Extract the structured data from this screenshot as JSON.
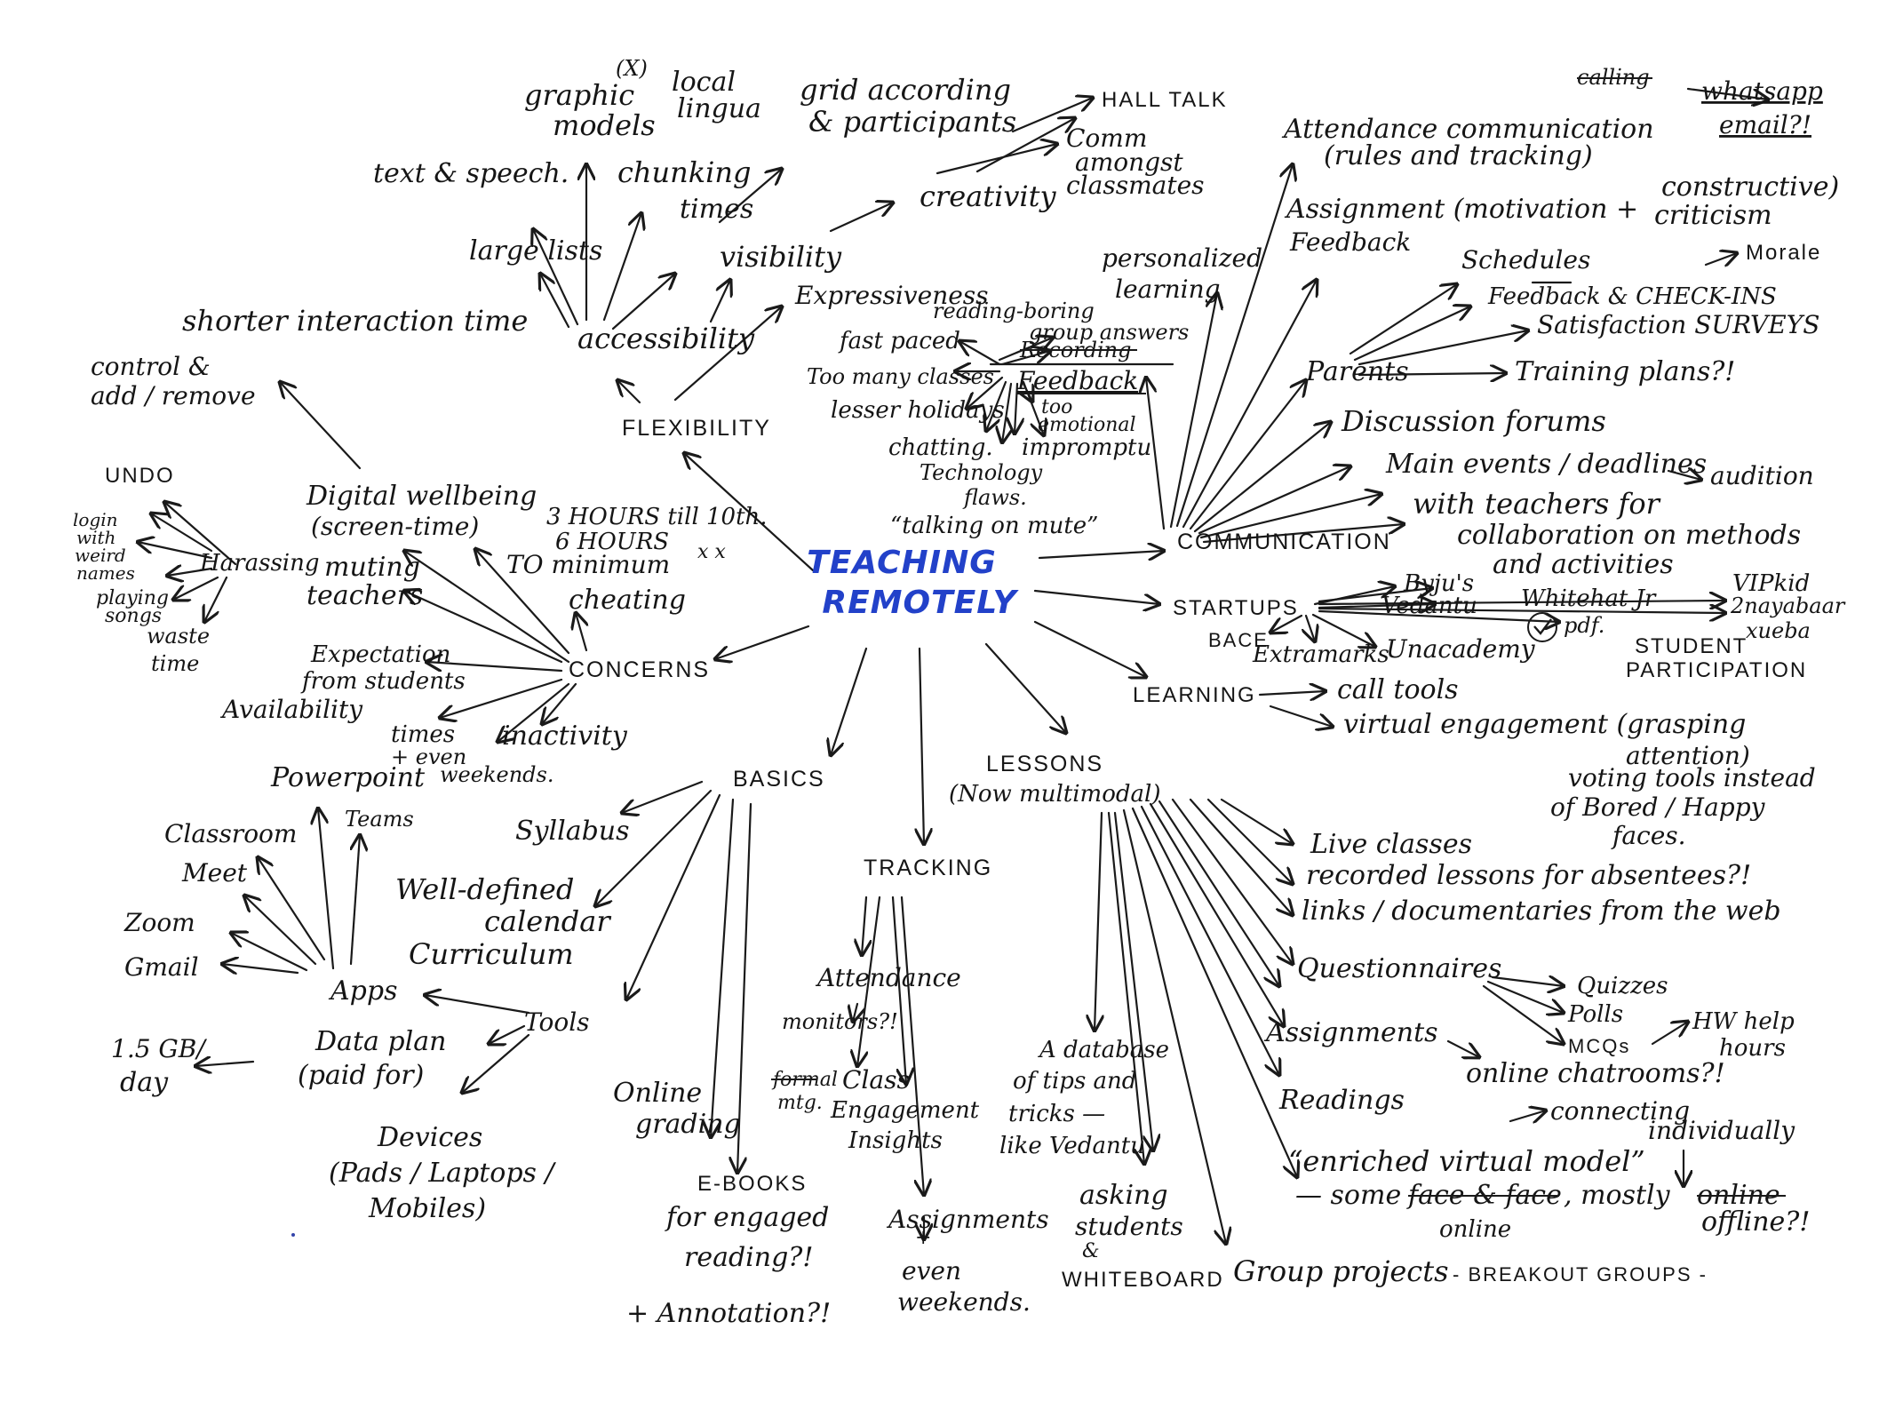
{
  "center": {
    "line1": "TEACHING",
    "line2": "REMOTELY",
    "color": "#2241c9"
  },
  "branches": [
    {
      "id": "flexibility",
      "label": "FLEXIBILITY"
    },
    {
      "id": "communication",
      "label": "COMMUNICATION"
    },
    {
      "id": "startups",
      "label": "STARTUPS"
    },
    {
      "id": "learning",
      "label": "LEARNING"
    },
    {
      "id": "concerns",
      "label": "CONCERNS"
    },
    {
      "id": "basics",
      "label": "BASICS"
    },
    {
      "id": "lessons",
      "label": "LESSONS",
      "sub": "(Now multimodal)"
    },
    {
      "id": "tracking",
      "label": "TRACKING"
    }
  ],
  "flexibility": {
    "accessibility": "accessibility",
    "graphic_models": [
      "graphic",
      "models"
    ],
    "x_mark": "(X)",
    "local_lingua": [
      "local",
      "lingua"
    ],
    "text_speech": "text & speech.",
    "chunking_times": [
      "chunking",
      "times"
    ],
    "large_lists": "large lists",
    "shorter_interaction": "shorter interaction time",
    "visibility": "visibility",
    "grid": [
      "grid according",
      "& participants"
    ],
    "creativity": "creativity",
    "hall_talk": "HALL TALK",
    "comm_classmates": [
      "Comm",
      "amongst",
      "classmates"
    ],
    "expressiveness": "Expressiveness",
    "feedback_word": "Feedback",
    "feedback_items": [
      "reading-boring",
      "group answers",
      "Recording",
      "fast paced",
      "Too many classes",
      "lesser holidays",
      "chatting.",
      "Technology",
      "flaws.",
      "too",
      "emotional",
      "impromptu",
      "“talking on mute”"
    ]
  },
  "communication": {
    "personalized": [
      "personalized",
      "learning"
    ],
    "attendance": [
      "Attendance communication",
      "(rules and tracking)"
    ],
    "calling": "calling",
    "whatsapp_email": [
      "whatsapp",
      "email?!"
    ],
    "assignment": [
      "Assignment (motivation +",
      "Feedback"
    ],
    "constructive": [
      "constructive)",
      "criticism"
    ],
    "parents": "Parents",
    "schedules": "Schedules",
    "morale": "Morale",
    "feedback_checkins": "Feedback & CHECK-INS",
    "satisfaction": "Satisfaction SURVEYS",
    "training": "Training plans?!",
    "forums": "Discussion forums",
    "main_events": "Main events / deadlines",
    "audition": "audition",
    "teachers": [
      "with teachers for",
      "collaboration on methods",
      "and activities"
    ]
  },
  "startups": {
    "items": [
      "Byju's",
      "Vedantu",
      "Whitehat Jr",
      "VIPkid",
      "2nayabaar",
      "xueba",
      "BACE",
      "Extramarks",
      "Unacademy"
    ],
    "pdf": "pdf."
  },
  "learning": {
    "call_tools": "call tools",
    "virtual_engagement": [
      "virtual engagement (grasping",
      "attention)"
    ],
    "student_participation": [
      "STUDENT",
      "PARTICIPATION"
    ],
    "voting": [
      "voting tools instead",
      "of Bored / Happy",
      "faces."
    ]
  },
  "concerns": {
    "digital_wellbeing": [
      "Digital wellbeing",
      "(screen-time)"
    ],
    "hours": [
      "3 HOURS till 10th.",
      "6 HOURS",
      "TO minimum"
    ],
    "xx": "x x",
    "cheating": "cheating",
    "muting": [
      "muting",
      "teachers"
    ],
    "expectation": [
      "Expectation",
      "from students"
    ],
    "availability": "Availability",
    "times": [
      "times",
      "+ even",
      "weekends."
    ],
    "inactivity": "inactivity",
    "harassing": "Harassing",
    "control": [
      "control &",
      "add / remove"
    ],
    "undo": "UNDO",
    "login": [
      "login",
      "with",
      "weird",
      "names"
    ],
    "playing": [
      "playing",
      "songs"
    ],
    "waste": [
      "waste",
      "time"
    ]
  },
  "basics": {
    "apps_title": "Apps",
    "apps": [
      "Powerpoint",
      "Teams",
      "Classroom",
      "Meet",
      "Zoom",
      "Gmail"
    ],
    "tools": "Tools",
    "data_plan": [
      "Data plan",
      "(paid for)"
    ],
    "gb_day": [
      "1.5 GB/",
      "day"
    ],
    "devices": [
      "Devices",
      "(Pads / Laptops /",
      "Mobiles)"
    ],
    "syllabus": "Syllabus",
    "calendar": [
      "Well-defined",
      "calendar",
      "Curriculum"
    ],
    "online_grading": [
      "Online",
      "grading"
    ],
    "ebooks": [
      "E-BOOKS",
      "for engaged",
      "reading?!"
    ],
    "annotation": "+ Annotation?!"
  },
  "tracking": {
    "attendance": "Attendance",
    "monitors": "monitors?!",
    "formal": [
      "formal",
      "mtg."
    ],
    "class_engagement": [
      "Class",
      "Engagement",
      "Insights"
    ],
    "assignments": [
      "Assignments",
      "+",
      "even",
      "weekends."
    ]
  },
  "lessons": {
    "live": "Live classes",
    "recorded": "recorded lessons for absentees?!",
    "links": "links / documentaries from the web",
    "questionnaires": "Questionnaires",
    "quizzes": "Quizzes",
    "polls": "Polls",
    "mcqs": "MCQs",
    "hw": [
      "HW help",
      "hours"
    ],
    "assignments": "Assignments",
    "chatrooms": "online chatrooms?!",
    "connecting": [
      "connecting",
      "individually"
    ],
    "readings": "Readings",
    "enriched": "“enriched virtual model”",
    "some": "— some",
    "face": "face & face",
    "mostly": ", mostly",
    "online_struck": "online",
    "online": "online",
    "offline": "offline?!",
    "database": [
      "A database",
      "of tips and",
      "tricks —",
      "like Vedantu"
    ],
    "asking": [
      "asking",
      "students",
      "&"
    ],
    "whiteboard": "WHITEBOARD",
    "group_projects": "Group projects",
    "breakout": "- BREAKOUT GROUPS -"
  }
}
